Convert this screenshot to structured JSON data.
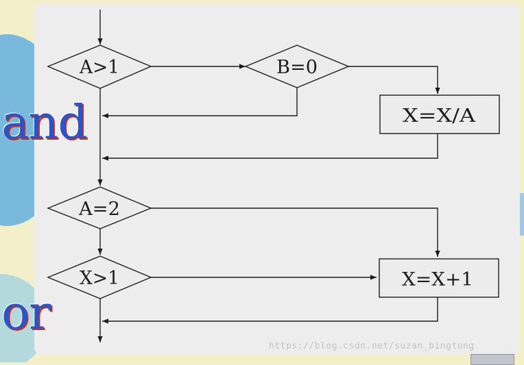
{
  "side_labels": {
    "and": "and",
    "or": "or"
  },
  "nodes": {
    "a_gt_1": "A>1",
    "b_eq_0": "B=0",
    "x_div_a": "X=X/A",
    "a_eq_2": "A=2",
    "x_gt_1": "X>1",
    "x_plus_1": "X=X+1"
  },
  "watermark": "https://blog.csdn.net/suzan_bingtong",
  "colors": {
    "background": "#f3efc8",
    "card": "#ecedec",
    "side_text": "#2a54c9",
    "side_shadow": "#bf3220",
    "lines": "#1c1c1c"
  }
}
